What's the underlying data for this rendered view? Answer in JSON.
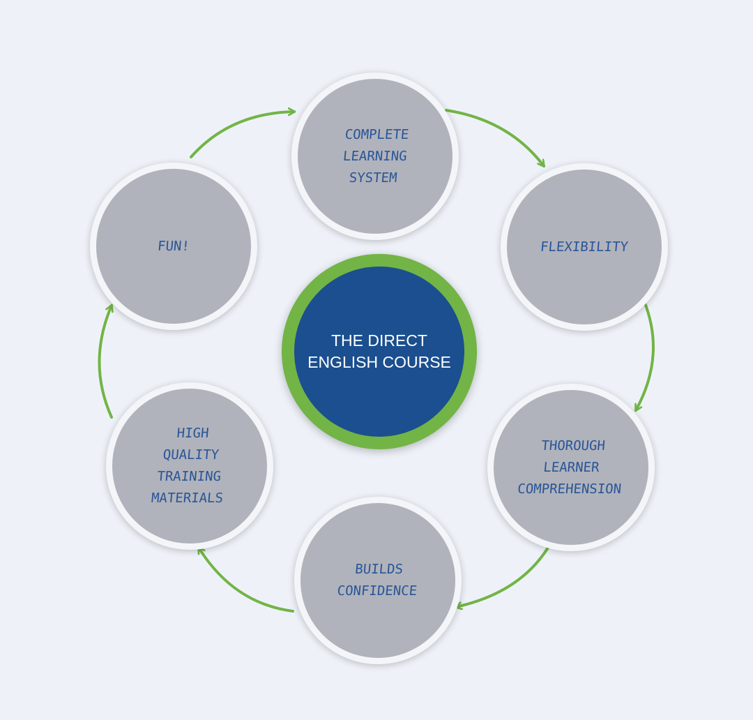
{
  "center": {
    "label": "THE DIRECT\nENGLISH COURSE"
  },
  "nodes": [
    {
      "label": "COMPLETE\nLEARNING\nSYSTEM"
    },
    {
      "label": "FLEXIBILITY"
    },
    {
      "label": "THOROUGH\nLEARNER\nCOMPREHENSION"
    },
    {
      "label": "BUILDS\nCONFIDENCE"
    },
    {
      "label": "HIGH\nQUALITY\nTRAINING\nMATERIALS"
    },
    {
      "label": "FUN!"
    }
  ],
  "colors": {
    "background": "#eef2f8",
    "node_fill": "#b0b3bb",
    "node_text": "#2a5598",
    "center_fill": "#1b4f8f",
    "center_ring": "#72b446",
    "arrow": "#72b446"
  }
}
